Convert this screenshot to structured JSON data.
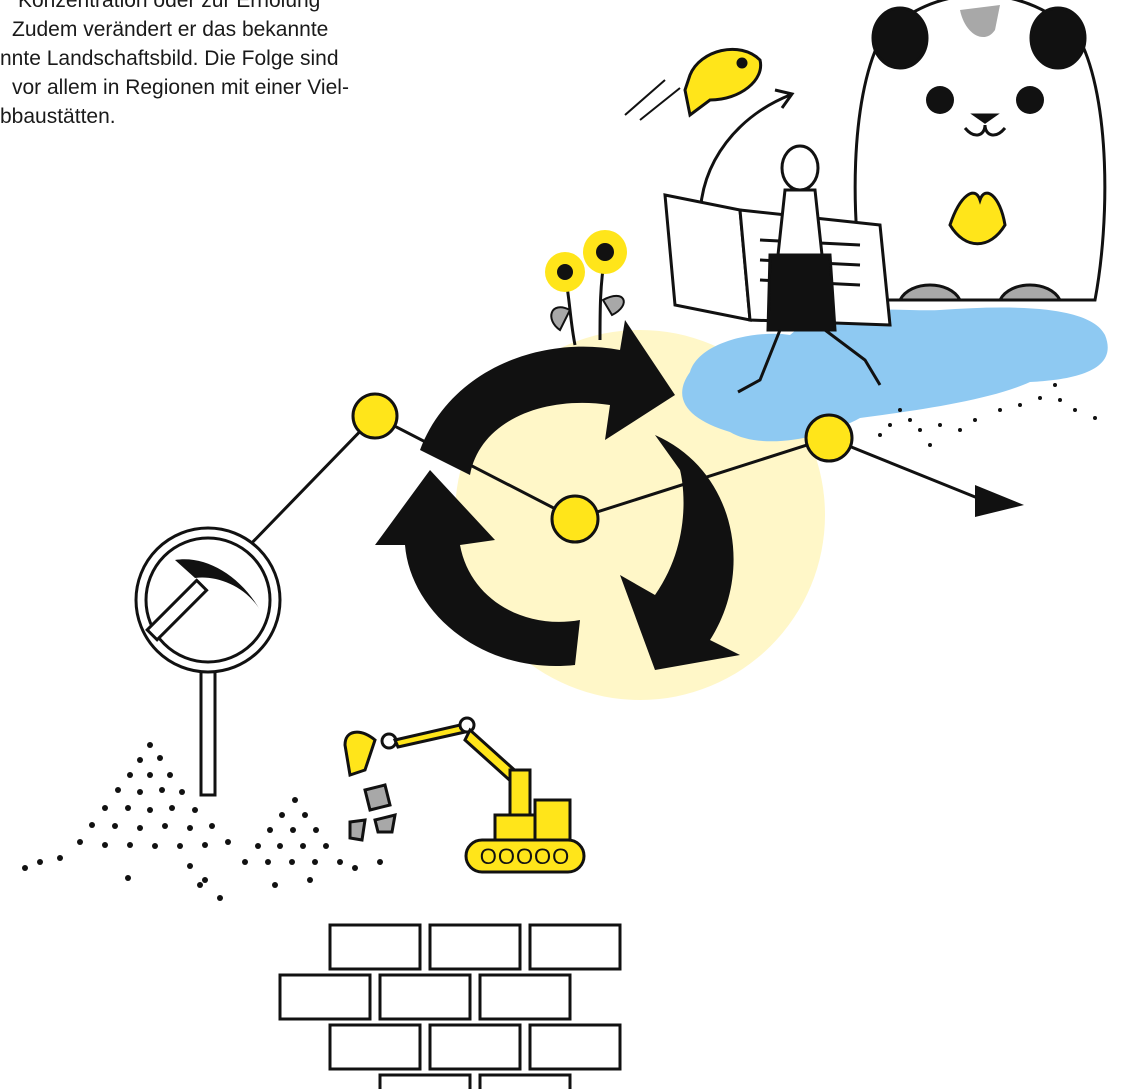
{
  "text": {
    "lines": [
      "Konzentration oder zur Erholung",
      "Zudem verändert er das bekannte",
      "nnte Landschaftsbild. Die Folge sind",
      "vor allem in Regionen mit einer Viel-",
      "bbaustätten."
    ]
  },
  "colors": {
    "accent_yellow": "#ffe51a",
    "pale_yellow": "#fff7c8",
    "water_blue": "#8ec9f2",
    "stroke": "#111111",
    "rock_grey": "#a8a8a8"
  },
  "illustration": {
    "excavator_wheels": "OOOOO",
    "icons": [
      "pickaxe-sign-icon",
      "recycle-arrows-icon",
      "excavator-icon",
      "fish-icon",
      "hamster-icon",
      "sunflower-icon",
      "brick-wall-icon",
      "open-book-icon"
    ]
  }
}
